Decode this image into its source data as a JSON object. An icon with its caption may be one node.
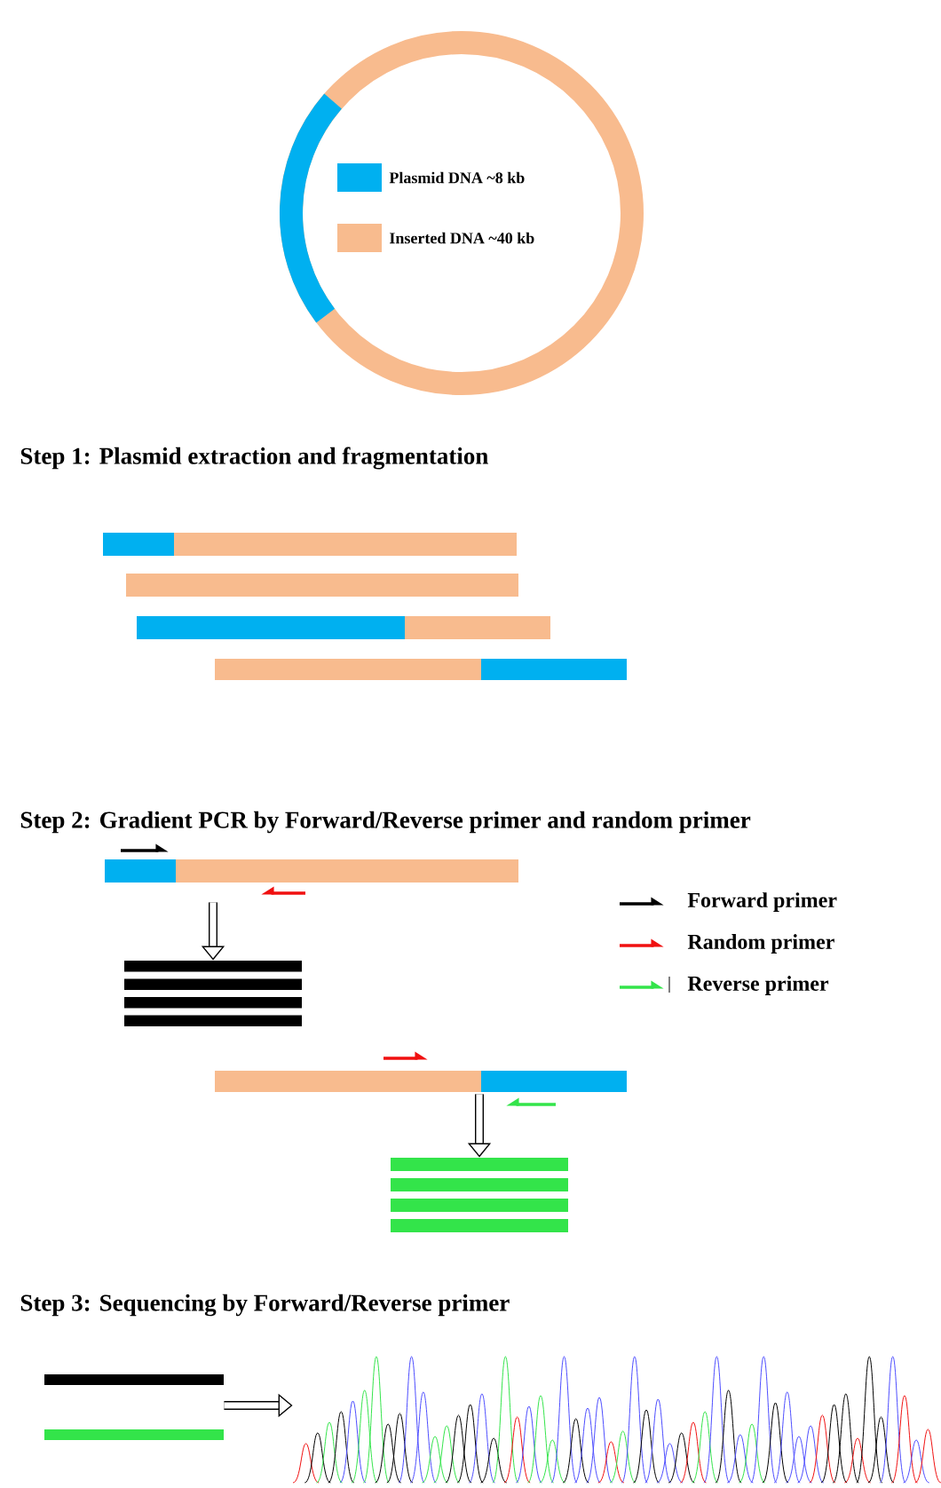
{
  "diagram": {
    "nodes": [
      {
        "text": [],
        "shape": "bar"
      },
      {
        "text": [],
        "shape": "bar"
      },
      {
        "text": [],
        "shape": "bar"
      },
      {
        "text": [],
        "shape": "bar"
      },
      {
        "text": [],
        "shape": "bar"
      },
      {
        "text": [],
        "shape": "bar"
      },
      {
        "text": [],
        "shape": "bar"
      },
      {
        "text": [],
        "shape": "bar"
      },
      {
        "text": [],
        "shape": "bar"
      },
      {
        "text": [],
        "shape": "picture"
      }
    ],
    "edges": [
      {
        "from": 4,
        "to": 5,
        "arrow": "to"
      },
      {
        "from": 6,
        "to": 7,
        "arrow": "to"
      },
      {
        "from": 8,
        "to": 9,
        "arrow": "to"
      }
    ],
    "labels": [
      "Step 1: Plasmid extraction and fragmentation",
      "Step 2: Gradient PCR by Forward/Reverse primer and random primer",
      "Step 3: Sequencing by Forward/Reverse primer"
    ],
    "legend": [
      {
        "text": "Plasmid DNA ~8 kb",
        "color": "#00b0f0"
      },
      {
        "text": "Inserted DNA ~40 kb",
        "color": "#f8bb8e"
      },
      {
        "text": "Forward primer"
      },
      {
        "text": "Random primer"
      },
      {
        "text": "Reverse primer"
      }
    ]
  }
}
